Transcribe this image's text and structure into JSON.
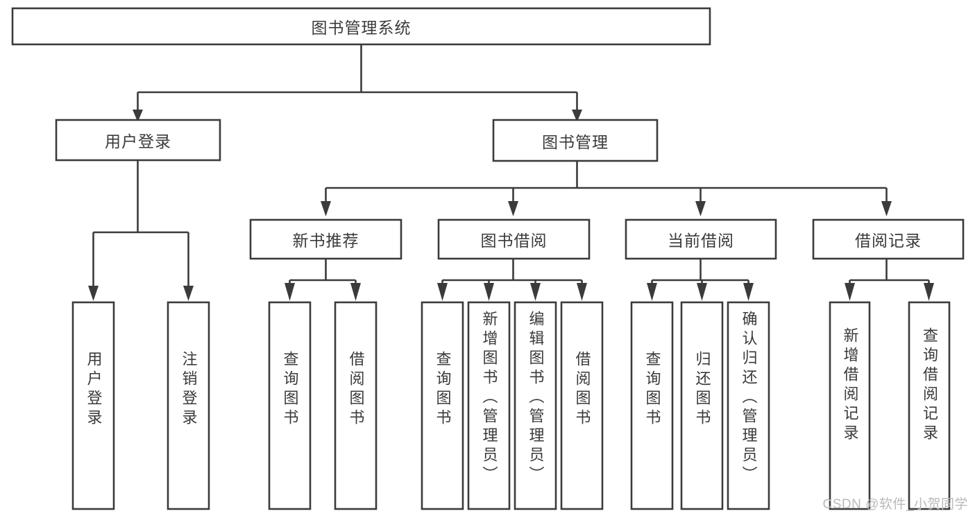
{
  "diagram": {
    "type": "hierarchy-tree",
    "title": "图书管理系统",
    "watermark": "CSDN @软件_小贺同学",
    "colors": {
      "stroke": "#3b3b3b",
      "box_fill": "#ffffff",
      "text": "#3a3a3a",
      "background": "#ffffff",
      "watermark": "#b9b9b9"
    },
    "root": {
      "label": "图书管理系统"
    },
    "level2": [
      {
        "label": "用户登录"
      },
      {
        "label": "图书管理"
      }
    ],
    "level3": [
      {
        "label": "新书推荐"
      },
      {
        "label": "图书借阅"
      },
      {
        "label": "当前借阅"
      },
      {
        "label": "借阅记录"
      }
    ],
    "leaves": {
      "user_login": [
        {
          "label": "用户登录"
        },
        {
          "label": "注销登录"
        }
      ],
      "new_book_recommend": [
        {
          "label": "查询图书"
        },
        {
          "label": "借阅图书"
        }
      ],
      "book_borrow": [
        {
          "label": "查询图书"
        },
        {
          "label": "新增图书（管理员）"
        },
        {
          "label": "编辑图书（管理员）"
        },
        {
          "label": "借阅图书"
        }
      ],
      "current_borrow": [
        {
          "label": "查询图书"
        },
        {
          "label": "归还图书"
        },
        {
          "label": "确认归还（管理员）"
        }
      ],
      "borrow_record": [
        {
          "label": "新增借阅记录"
        },
        {
          "label": "查询借阅记录"
        }
      ]
    }
  }
}
